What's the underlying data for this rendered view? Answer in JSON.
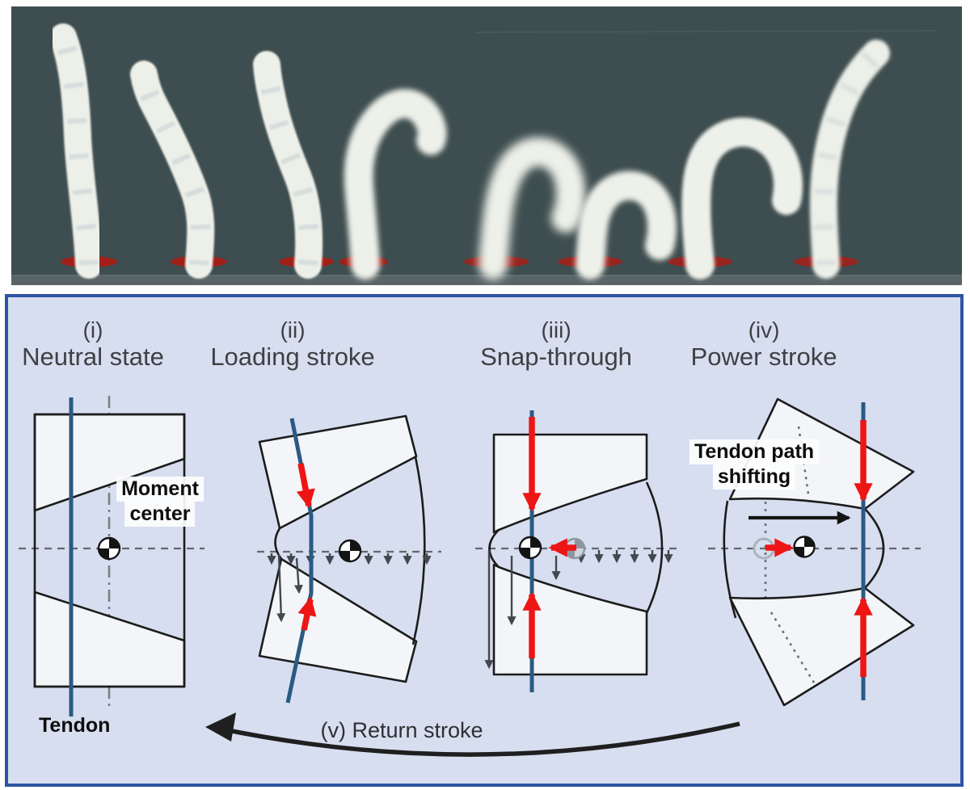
{
  "figure": {
    "photo_panel": {
      "background_color": "#3e4d4f",
      "frame_count": 8,
      "finger_color": "#edf0e9",
      "base_marker_color": "#a02019"
    },
    "diagram_panel": {
      "background_color": "#d7def0",
      "border_color": "#2e55a3",
      "stages": [
        {
          "numeral": "(i)",
          "label": "Neutral state"
        },
        {
          "numeral": "(ii)",
          "label": "Loading stroke"
        },
        {
          "numeral": "(iii)",
          "label": "Snap-through"
        },
        {
          "numeral": "(iv)",
          "label": "Power stroke"
        }
      ],
      "annotations": {
        "moment_center": {
          "line1": "Moment",
          "line2": "center"
        },
        "tendon": "Tendon",
        "tendon_path_shifting": {
          "line1": "Tendon path",
          "line2": "shifting"
        },
        "return_stroke": "(v) Return stroke"
      },
      "colors": {
        "tendon_line": "#2a5a84",
        "force_arrow": "#ee1515",
        "load_arrow": "#42484d",
        "outline": "#1c1c1c",
        "piece_fill": "#f3f5f8",
        "guide_line": "#63686c"
      }
    }
  }
}
